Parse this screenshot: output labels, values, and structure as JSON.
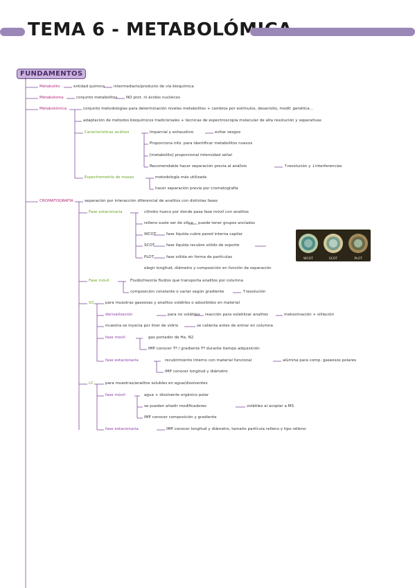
{
  "title": "TEMA 6 - METABOLÓMICA",
  "section": "FUNDAMENTOS",
  "colors": {
    "accent_purple": "#9b86b8",
    "pink": "#b0287a",
    "green": "#6aa324",
    "violet": "#8a3aa8"
  },
  "nodes": {
    "metabolito": "Metabolito",
    "metabolito_def": "entidad química",
    "metabolito_def2": "intermediario/producto de vía bioquímica",
    "metaboloma": "Metaboloma",
    "metaboloma_def": "conjunto metabolitos",
    "metaboloma_def2": "NO prot. ni ácidos nucleicos",
    "metabolomica": "Metabolómica",
    "metabolomica_def": "conjunto metodologías para determinación niveles metabolitos + cambios por estímulos, desarrollo, modif. genética...",
    "metabolomica_def2": "adaptación de métodos bioquímicos tradicionales + técnicas de espectroscopía molecular de alta resolución y separativas",
    "caracteristicas": "Características análisis",
    "car_1": "Imparcial y exhaustivo",
    "car_1b": "evitar sesgos",
    "car_2": "Proporciona info. para identificar metabolitos nuevos",
    "car_3": "[metabolito] proporcional intensidad señal",
    "car_4": "Recomendable hacer separación previa al análisis",
    "car_4b": "↑resolución y ↓interferencias",
    "espectrometria": "Espectrometría de masas",
    "esp_1": "metodología más utilizada",
    "esp_2": "hacer separación previa por cromatografía",
    "cromatografia": "CROMATOGRAFÍA",
    "crom_def": "separación por interacción diferencial de analitos con distintas fases",
    "fase_est": "Fase estacionaria",
    "fe_1": "cilindro hueco por donde pasa fase móvil con analitos",
    "fe_2": "relleno suele ser de sílice",
    "fe_2b": "puede tener grupos anclados",
    "fe_wcot": "WCOT",
    "fe_wcot_d": "fase líquida cubre pared interna capilar",
    "fe_scot": "SCOT",
    "fe_scot_d": "fase líquida recubre sólido de soporte",
    "fe_plot": "PLOT",
    "fe_plot_d": "fase sólida en forma de partículas",
    "fe_elegir": "elegir longitud, diámetro y composición en función de separación",
    "img_labels": [
      "WCOT",
      "SCOT",
      "PLOT"
    ],
    "fase_mov": "Fase móvil",
    "fm_1": "Fluido/mezcla fluidos que transporta analitos por columna",
    "fm_2": "composición constante o variar según gradiente",
    "fm_2b": "↑resolución",
    "gc": "GC",
    "gc_def": "para muestras gaseosas y analitos volátiles o adsorbidos en material",
    "gc_deriv": "derivatización",
    "gc_deriv_d": "para no volátiles",
    "gc_deriv_d2": "reacción para volatilizar analitos",
    "gc_deriv_d3": "metoximación + sililación",
    "gc_inyec": "muestra se inyecta por liner de vidrio",
    "gc_inyec_d": "se calienta antes de entrar en columna",
    "gc_fm": "fase móvil",
    "gc_fm_1": "gas portador de He, N2",
    "gc_fm_2": "IMP conocer Tª / gradiente Tª durante tiempo adquisición",
    "gc_fe": "fase estacionaria",
    "gc_fe_1": "recubrimiento interno con material funcional",
    "gc_fe_1b": "alúmina para comp. gaseosos polares",
    "gc_fe_2": "IMP conocer longitud y diámetro",
    "lc": "LC",
    "lc_def": "para muestras/analitos solubles en agua/disolventes",
    "lc_fm": "fase móvil",
    "lc_fm_1": "agua + disolvente orgánico polar",
    "lc_fm_2": "se pueden añadir modificadores",
    "lc_fm_2b": "volátiles al acoplar a MS",
    "lc_fm_3": "IMP conocer composición y gradiente",
    "lc_fe": "fase estacionaria",
    "lc_fe_1": "IMP conocer longitud y diámetro, tamaño partícula relleno y tipo relleno"
  }
}
